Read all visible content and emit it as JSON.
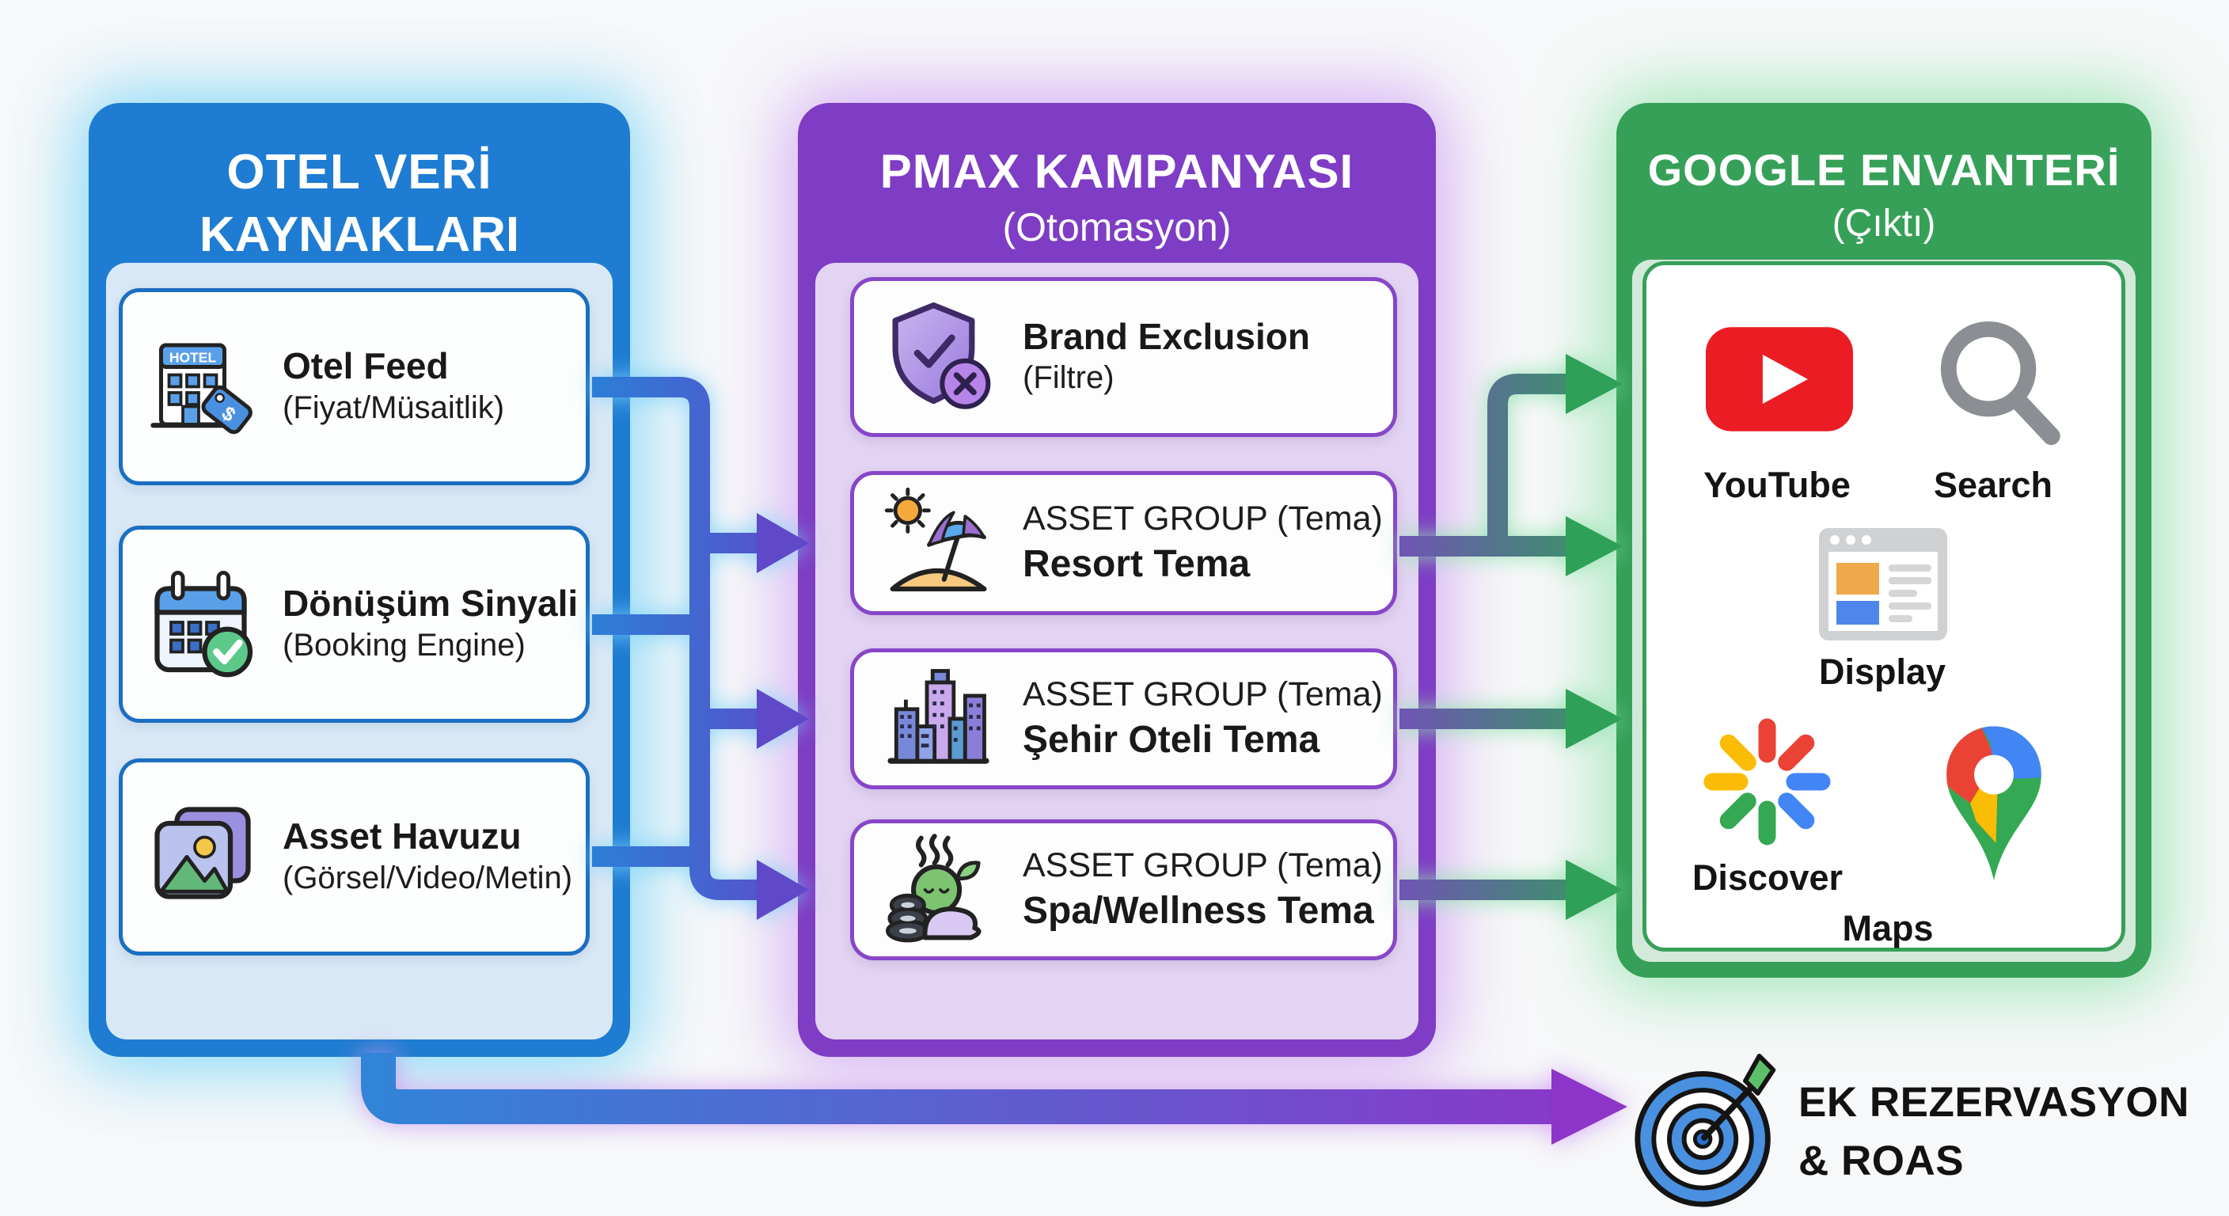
{
  "panels": {
    "sources": {
      "title_line1": "OTEL VERİ",
      "title_line2": "KAYNAKLARI",
      "accent": "#1e7cd2",
      "cards": [
        {
          "icon": "hotel-icon",
          "icon_text": "HOTEL",
          "title": "Otel Feed",
          "subtitle": "(Fiyat/Müsaitlik)"
        },
        {
          "icon": "calendar-check-icon",
          "title": "Dönüşüm Sinyali",
          "subtitle": "(Booking Engine)"
        },
        {
          "icon": "image-assets-icon",
          "title": "Asset Havuzu",
          "subtitle": "(Görsel/Video/Metin)"
        }
      ]
    },
    "campaign": {
      "title": "PMAX KAMPANYASI",
      "subtitle": "(Otomasyon)",
      "accent": "#7e3dc4",
      "filter_card": {
        "icon": "shield-exclusion-icon",
        "title": "Brand Exclusion",
        "subtitle": "(Filtre)"
      },
      "asset_groups": [
        {
          "icon": "beach-resort-icon",
          "label": "ASSET GROUP (Tema)",
          "theme": "Resort Tema"
        },
        {
          "icon": "city-buildings-icon",
          "label": "ASSET GROUP (Tema)",
          "theme": "Şehir Oteli Tema"
        },
        {
          "icon": "spa-stones-icon",
          "label": "ASSET GROUP (Tema)",
          "theme": "Spa/Wellness Tema"
        }
      ]
    },
    "inventory": {
      "title": "GOOGLE ENVANTERİ",
      "subtitle": "(Çıktı)",
      "accent": "#36a058",
      "channels": [
        {
          "icon": "youtube-icon",
          "label": "YouTube"
        },
        {
          "icon": "search-icon",
          "label": "Search"
        },
        {
          "icon": "display-ad-icon",
          "label": "Display"
        },
        {
          "icon": "discover-icon",
          "label": "Discover"
        },
        {
          "icon": "maps-pin-icon",
          "label": "Maps"
        }
      ]
    }
  },
  "outcome": {
    "icon": "target-arrow-icon",
    "line1": "EK REZERVASYON",
    "line2": "& ROAS"
  },
  "colors": {
    "flow_blue": "#2a80d8",
    "flow_purple": "#5f49c8",
    "flow_green": "#2fa058",
    "outcome_purple": "#8d35c8"
  }
}
